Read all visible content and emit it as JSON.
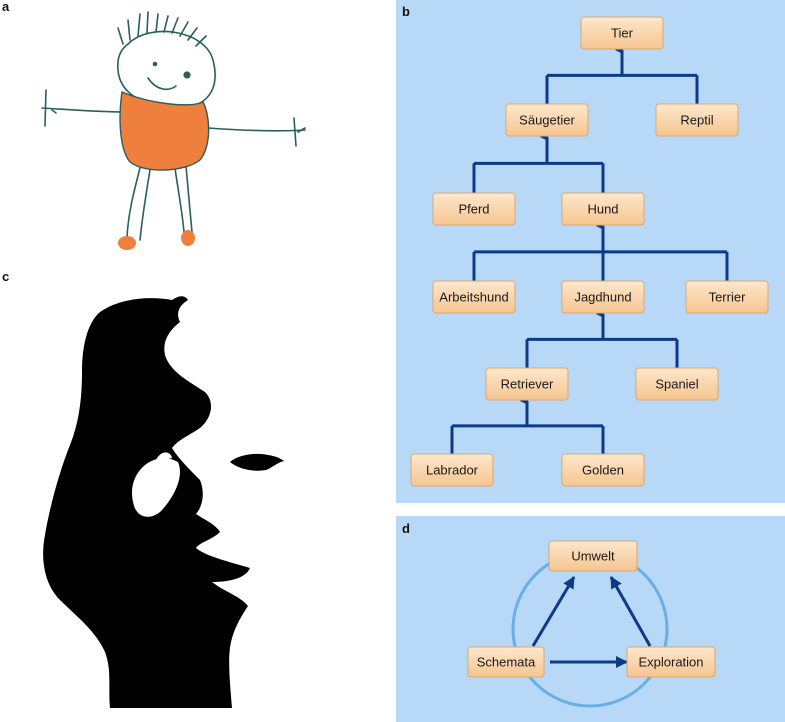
{
  "panels": {
    "a": "a",
    "b": "b",
    "c": "c",
    "d": "d"
  },
  "hierarchy": {
    "nodes": [
      {
        "id": "tier",
        "label": "Tier"
      },
      {
        "id": "saeugetier",
        "label": "Säugetier"
      },
      {
        "id": "reptil",
        "label": "Reptil"
      },
      {
        "id": "pferd",
        "label": "Pferd"
      },
      {
        "id": "hund",
        "label": "Hund"
      },
      {
        "id": "arbeitshund",
        "label": "Arbeitshund"
      },
      {
        "id": "jagdhund",
        "label": "Jagdhund"
      },
      {
        "id": "terrier",
        "label": "Terrier"
      },
      {
        "id": "retriever",
        "label": "Retriever"
      },
      {
        "id": "spaniel",
        "label": "Spaniel"
      },
      {
        "id": "labrador",
        "label": "Labrador"
      },
      {
        "id": "golden",
        "label": "Golden"
      }
    ],
    "edges": [
      {
        "parent": "tier",
        "children": [
          "saeugetier",
          "reptil"
        ]
      },
      {
        "parent": "saeugetier",
        "children": [
          "pferd",
          "hund"
        ]
      },
      {
        "parent": "hund",
        "children": [
          "arbeitshund",
          "jagdhund",
          "terrier"
        ]
      },
      {
        "parent": "jagdhund",
        "children": [
          "retriever",
          "spaniel"
        ]
      },
      {
        "parent": "retriever",
        "children": [
          "labrador",
          "golden"
        ]
      }
    ]
  },
  "cycle": {
    "nodes": [
      {
        "id": "umwelt",
        "label": "Umwelt"
      },
      {
        "id": "schemata",
        "label": "Schemata"
      },
      {
        "id": "exploration",
        "label": "Exploration"
      }
    ],
    "edges": [
      {
        "from": "schemata",
        "to": "umwelt"
      },
      {
        "from": "schemata",
        "to": "exploration"
      },
      {
        "from": "exploration",
        "to": "umwelt"
      }
    ]
  },
  "colors": {
    "panel_bg": "#b7d9f7",
    "node_fill_top": "#fde7cc",
    "node_fill_bottom": "#f6c590",
    "node_stroke": "#d9a872",
    "tree_line": "#0d3a87",
    "cycle_ring": "#6aaee6",
    "drawing_body": "#ee7f3c",
    "silhouette": "#000000"
  }
}
